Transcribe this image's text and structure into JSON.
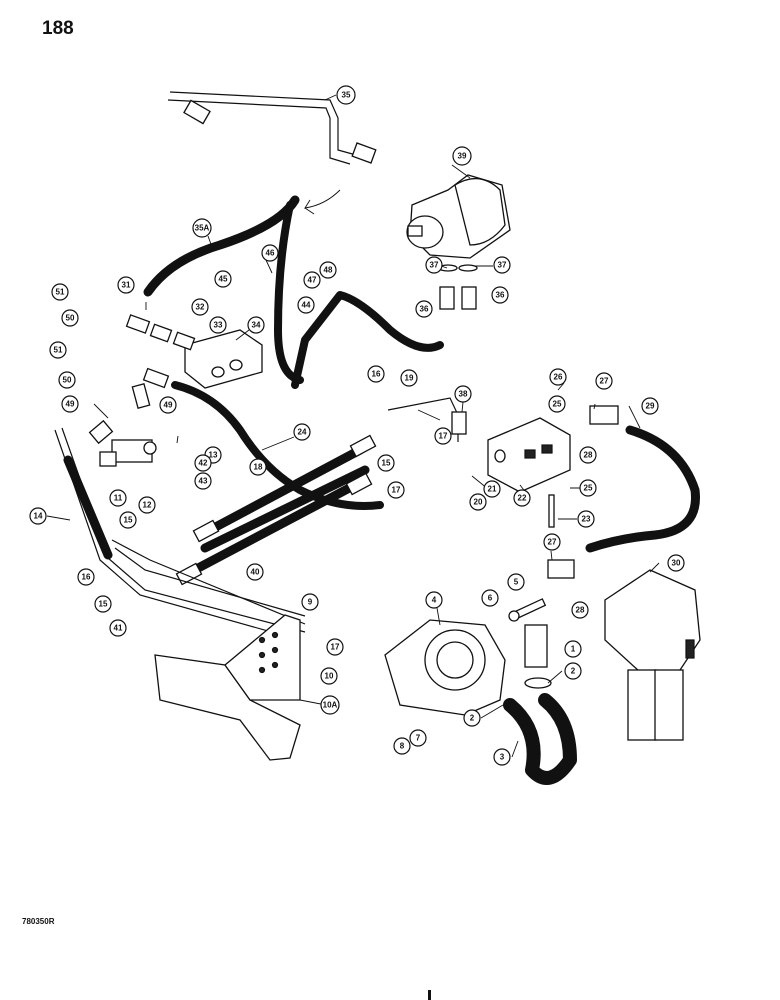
{
  "page": {
    "number": "188",
    "drawing_code": "780350R"
  },
  "callouts": [
    {
      "id": "c35",
      "label": "35"
    },
    {
      "id": "c39",
      "label": "39"
    },
    {
      "id": "c35a",
      "label": "35A"
    },
    {
      "id": "c46",
      "label": "46"
    },
    {
      "id": "c48",
      "label": "48"
    },
    {
      "id": "c47",
      "label": "47"
    },
    {
      "id": "c45",
      "label": "45"
    },
    {
      "id": "c44",
      "label": "44"
    },
    {
      "id": "c37a",
      "label": "37"
    },
    {
      "id": "c37b",
      "label": "37"
    },
    {
      "id": "c36a",
      "label": "36"
    },
    {
      "id": "c36b",
      "label": "36"
    },
    {
      "id": "c51a",
      "label": "51"
    },
    {
      "id": "c50a",
      "label": "50"
    },
    {
      "id": "c31",
      "label": "31"
    },
    {
      "id": "c32",
      "label": "32"
    },
    {
      "id": "c33",
      "label": "33"
    },
    {
      "id": "c34",
      "label": "34"
    },
    {
      "id": "c51b",
      "label": "51"
    },
    {
      "id": "c50b",
      "label": "50"
    },
    {
      "id": "c49a",
      "label": "49"
    },
    {
      "id": "c49b",
      "label": "49"
    },
    {
      "id": "c13",
      "label": "13"
    },
    {
      "id": "c42",
      "label": "42"
    },
    {
      "id": "c43",
      "label": "43"
    },
    {
      "id": "c11",
      "label": "11"
    },
    {
      "id": "c12",
      "label": "12"
    },
    {
      "id": "c14",
      "label": "14"
    },
    {
      "id": "c15a",
      "label": "15"
    },
    {
      "id": "c16a",
      "label": "16"
    },
    {
      "id": "c15b",
      "label": "15"
    },
    {
      "id": "c41",
      "label": "41"
    },
    {
      "id": "c16b",
      "label": "16"
    },
    {
      "id": "c19",
      "label": "19"
    },
    {
      "id": "c38",
      "label": "38"
    },
    {
      "id": "c24",
      "label": "24"
    },
    {
      "id": "c18",
      "label": "18"
    },
    {
      "id": "c17a",
      "label": "17"
    },
    {
      "id": "c15c",
      "label": "15"
    },
    {
      "id": "c17b",
      "label": "17"
    },
    {
      "id": "c20",
      "label": "20"
    },
    {
      "id": "c21",
      "label": "21"
    },
    {
      "id": "c22",
      "label": "22"
    },
    {
      "id": "c40",
      "label": "40"
    },
    {
      "id": "c26",
      "label": "26"
    },
    {
      "id": "c25a",
      "label": "25"
    },
    {
      "id": "c27a",
      "label": "27"
    },
    {
      "id": "c29",
      "label": "29"
    },
    {
      "id": "c28a",
      "label": "28"
    },
    {
      "id": "c25b",
      "label": "25"
    },
    {
      "id": "c23",
      "label": "23"
    },
    {
      "id": "c27b",
      "label": "27"
    },
    {
      "id": "c30",
      "label": "30"
    },
    {
      "id": "c28b",
      "label": "28"
    },
    {
      "id": "c4",
      "label": "4"
    },
    {
      "id": "c5",
      "label": "5"
    },
    {
      "id": "c6",
      "label": "6"
    },
    {
      "id": "c1",
      "label": "1"
    },
    {
      "id": "c2a",
      "label": "2"
    },
    {
      "id": "c2b",
      "label": "2"
    },
    {
      "id": "c3",
      "label": "3"
    },
    {
      "id": "c8",
      "label": "8"
    },
    {
      "id": "c7",
      "label": "7"
    },
    {
      "id": "c9",
      "label": "9"
    },
    {
      "id": "c17c",
      "label": "17"
    },
    {
      "id": "c10",
      "label": "10"
    },
    {
      "id": "c10a",
      "label": "10A"
    }
  ]
}
